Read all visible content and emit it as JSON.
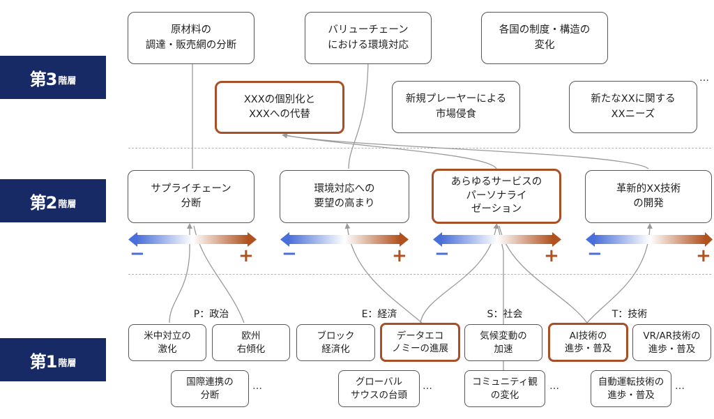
{
  "tiers": {
    "t3": {
      "num": "第3",
      "suffix": "階層"
    },
    "t2": {
      "num": "第2",
      "suffix": "階層"
    },
    "t1": {
      "num": "第1",
      "suffix": "階層"
    }
  },
  "layer3": {
    "box1": "原材料の\n調達・販売網の分断",
    "box2": "バリューチェーン\nにおける環境対応",
    "box3": "各国の制度・構造の\n変化",
    "box4": "XXXの個別化と\nXXXへの代替",
    "box5": "新規プレーヤーによる\n市場侵食",
    "box6": "新たなXXに関する\nXXニーズ",
    "ellipsis": "…"
  },
  "layer2": {
    "box1": "サプライチェーン\n分断",
    "box2": "環境対応への\n要望の高まり",
    "box3": "あらゆるサービスの\nパーソナライ\nゼーション",
    "box4": "革新的XX技術\nの開発",
    "minus": "−",
    "plus": "+"
  },
  "layer1": {
    "categories": {
      "p": "P：政治",
      "e": "E：経済",
      "s": "S：社会",
      "t": "T：技術"
    },
    "r1": [
      "米中対立の\n激化",
      "欧州\n右傾化",
      "ブロック\n経済化",
      "データエコ\nノミーの進展",
      "気候変動の\n加速",
      "AI技術の\n進歩・普及",
      "VR/AR技術の\n進歩・普及"
    ],
    "r2": [
      "国際連携の\n分断",
      "グローバル\nサウスの台頭",
      "コミュニティ観\nの変化",
      "自動運転技術の\n進歩・普及"
    ],
    "ellipsis": "…"
  },
  "colors": {
    "navy": "#172a66",
    "highlight": "#a94f27",
    "minus": "#4a6fd8",
    "plus": "#b0511e",
    "connector": "#9a9a9a"
  }
}
